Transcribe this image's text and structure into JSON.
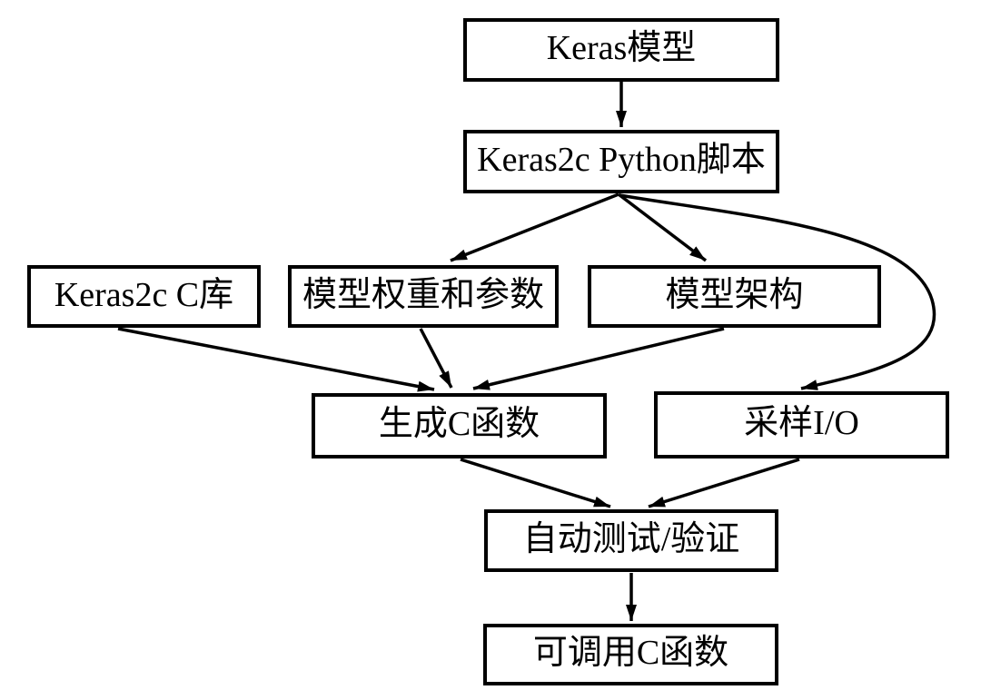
{
  "diagram": {
    "title": "Keras2c workflow flowchart",
    "background_color": "#ffffff",
    "box_border_color": "#000000",
    "arrow_color": "#000000",
    "text_color": "#000000",
    "nodes": {
      "keras_model": {
        "label": "Keras模型"
      },
      "keras2c_python_script": {
        "label": "Keras2c Python脚本"
      },
      "keras2c_c_library": {
        "label": "Keras2c C库"
      },
      "model_weights_params": {
        "label": "模型权重和参数"
      },
      "model_architecture": {
        "label": "模型架构"
      },
      "generate_c_function": {
        "label": "生成C函数"
      },
      "sample_io": {
        "label": "采样I/O"
      },
      "auto_test_validate": {
        "label": "自动测试/验证"
      },
      "callable_c_function": {
        "label": "可调用C函数"
      }
    },
    "edges": [
      {
        "from": "keras_model",
        "to": "keras2c_python_script"
      },
      {
        "from": "keras2c_python_script",
        "to": "model_weights_params"
      },
      {
        "from": "keras2c_python_script",
        "to": "model_architecture"
      },
      {
        "from": "keras2c_python_script",
        "to": "sample_io",
        "shape": "curved-right"
      },
      {
        "from": "keras2c_c_library",
        "to": "generate_c_function"
      },
      {
        "from": "model_weights_params",
        "to": "generate_c_function"
      },
      {
        "from": "model_architecture",
        "to": "generate_c_function"
      },
      {
        "from": "generate_c_function",
        "to": "auto_test_validate"
      },
      {
        "from": "sample_io",
        "to": "auto_test_validate"
      },
      {
        "from": "auto_test_validate",
        "to": "callable_c_function"
      }
    ]
  }
}
